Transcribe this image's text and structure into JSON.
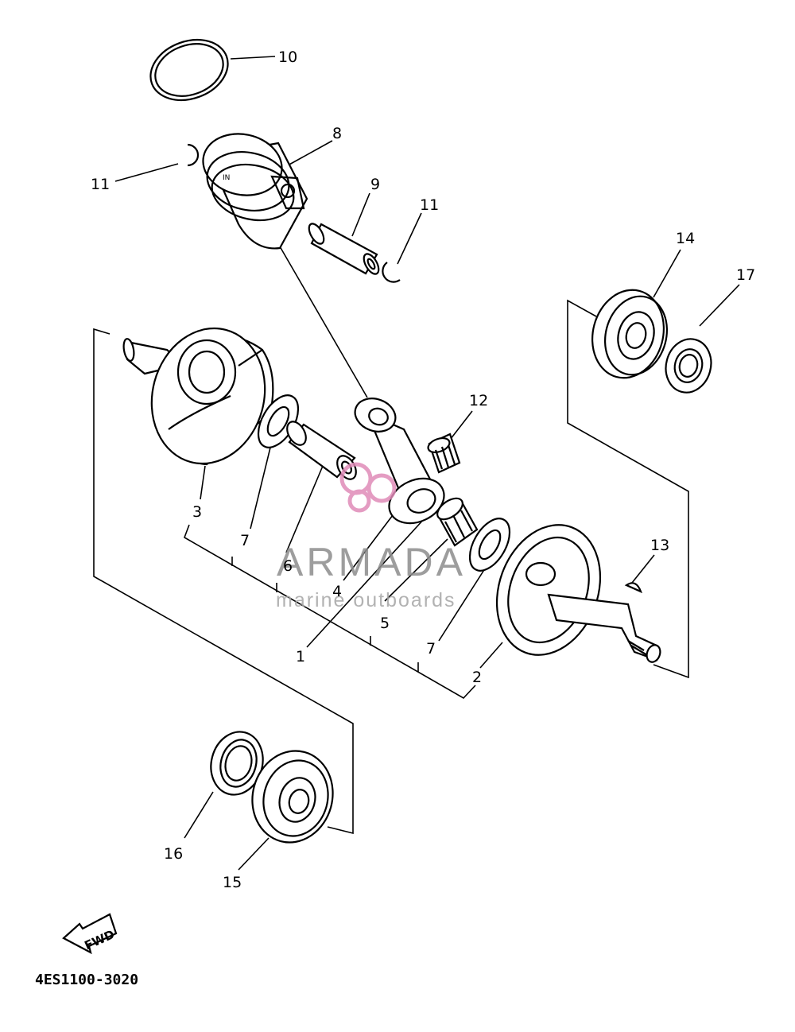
{
  "diagram": {
    "part_numbers": {
      "p1": "1",
      "p2": "2",
      "p3": "3",
      "p4": "4",
      "p5": "5",
      "p6": "6",
      "p7a": "7",
      "p7b": "7",
      "p8": "8",
      "p9": "9",
      "p10": "10",
      "p11a": "11",
      "p11b": "11",
      "p12": "12",
      "p13": "13",
      "p14": "14",
      "p15": "15",
      "p16": "16",
      "p17": "17"
    },
    "fwd_label": "FWD",
    "drawing_code": "4ES1100-3020"
  },
  "watermark": {
    "title": "ARMADA",
    "subtitle": "marine outboards",
    "color": "#e08bb8"
  }
}
